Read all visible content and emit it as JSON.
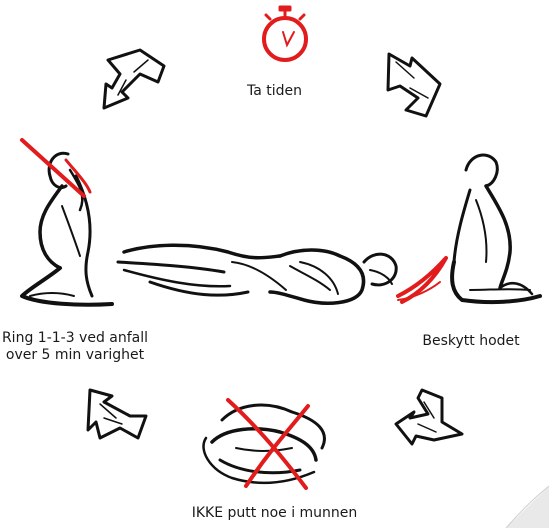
{
  "steps": {
    "top": {
      "label": "Ta tiden"
    },
    "right": {
      "label": "Beskytt hodet"
    },
    "bottom": {
      "label": "IKKE putt noe i munnen"
    },
    "left": {
      "line1": "Ring 1-1-3 ved anfall",
      "line2": "over 5 min varighet"
    }
  },
  "colors": {
    "ink": "#111111",
    "accent": "#e21c1c",
    "paper": "#ffffff"
  },
  "icons": [
    "stopwatch-icon",
    "cycle-arrow-icon",
    "kneeling-person-icon",
    "lying-person-icon",
    "pillow-icon",
    "cross-mark-icon",
    "phone-icon"
  ]
}
